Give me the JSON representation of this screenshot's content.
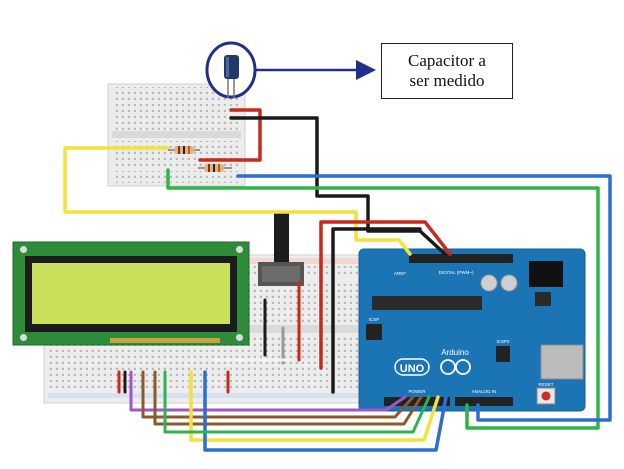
{
  "callout": {
    "line1": "Capacitor a",
    "line2": "ser medido"
  },
  "board": {
    "brand": "UNO",
    "sub_brand": "Arduino",
    "digital_header_label": "DIGITAL (PWM~)",
    "analog_header_label": "ANALOG IN",
    "power_header_label": "POWER",
    "reset_label": "RESET",
    "icsp_label": "ICSP",
    "icsp2_label": "ICSP2",
    "aref_label": "AREF"
  },
  "colors": {
    "board_blue": "#1b74b4",
    "board_blue_dark": "#155f95",
    "breadboard": "#eeeeee",
    "lcd_pcb": "#2e8b3a",
    "lcd_screen": "#c9e05a",
    "wire_red": "#c62a1c",
    "wire_black": "#1a1a1a",
    "wire_yellow": "#f2e23a",
    "wire_green": "#2fb34a",
    "wire_blue": "#2a6fd1",
    "wire_purple": "#a056c8",
    "wire_brown": "#8a5a2b",
    "wire_gray": "#9a9a9a",
    "wire_white": "#f4f4f4",
    "arrow_navy": "#1f2f8a"
  },
  "icons": [
    "capacitor-icon",
    "potentiometer-icon",
    "resistor-icon",
    "reset-button-icon",
    "usb-port-icon",
    "power-jack-icon"
  ]
}
